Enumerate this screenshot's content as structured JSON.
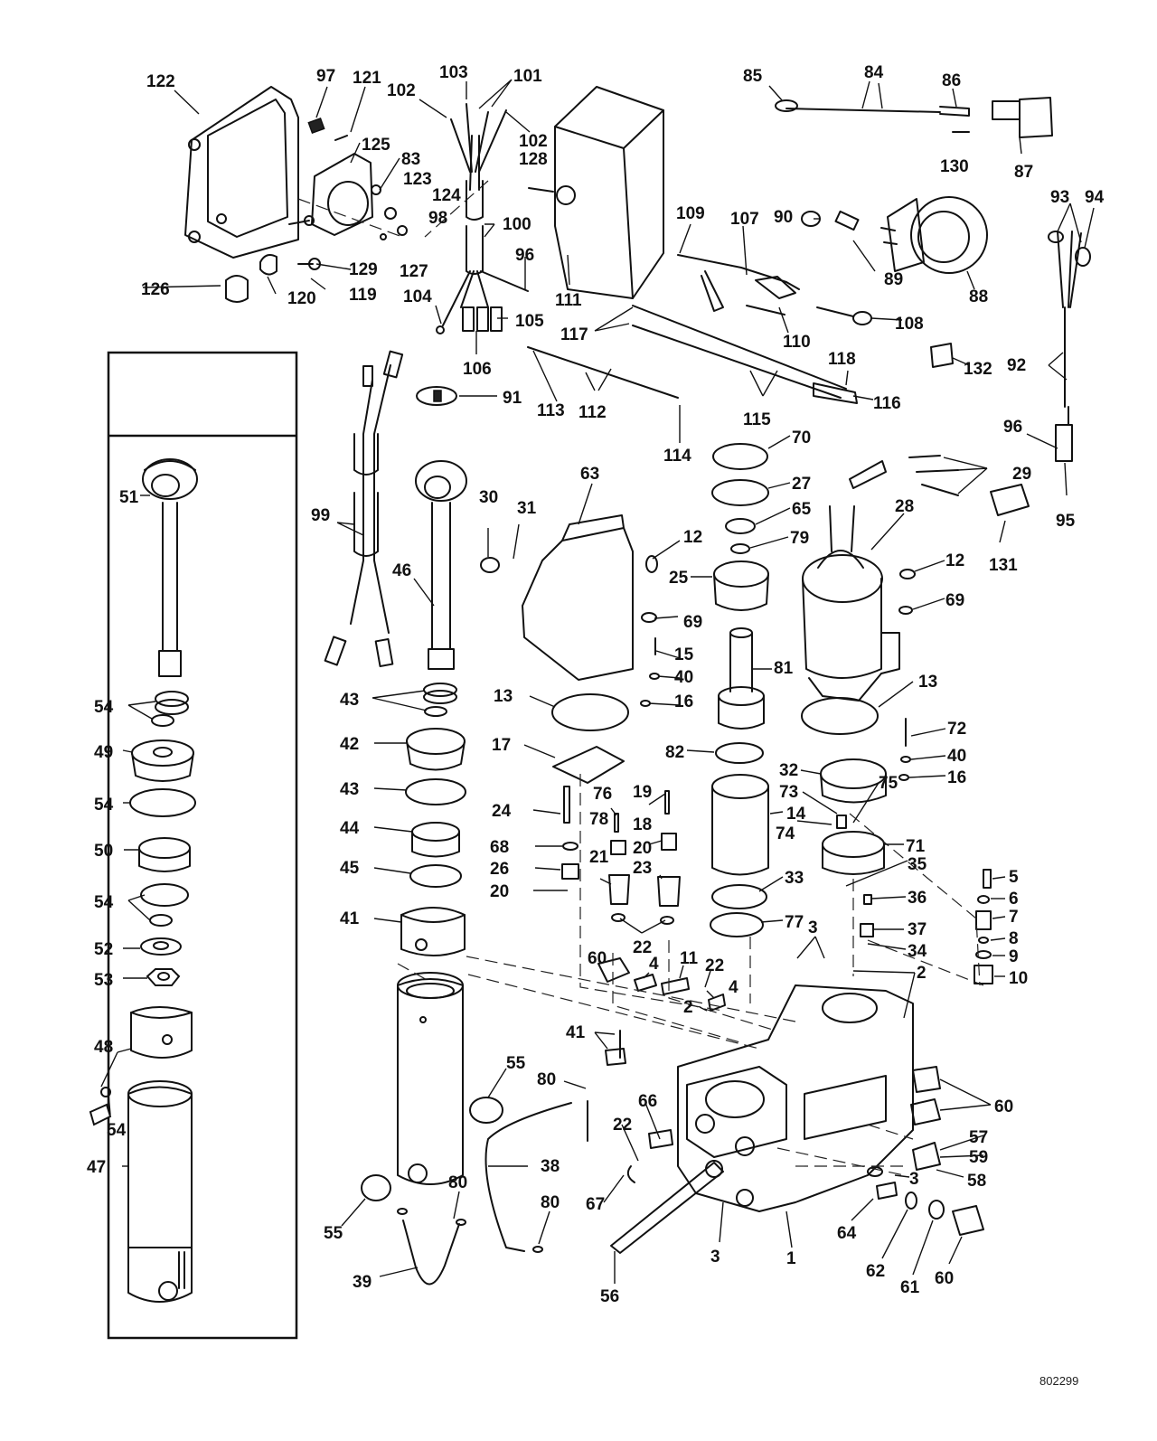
{
  "figure_code": "802299",
  "callouts": [
    {
      "id": "c122",
      "text": "122"
    },
    {
      "id": "c97",
      "text": "97"
    },
    {
      "id": "c121",
      "text": "121"
    },
    {
      "id": "c125",
      "text": "125"
    },
    {
      "id": "c83",
      "text": "83"
    },
    {
      "id": "c123",
      "text": "123"
    },
    {
      "id": "c124",
      "text": "124"
    },
    {
      "id": "c98",
      "text": "98"
    },
    {
      "id": "c129",
      "text": "129"
    },
    {
      "id": "c127",
      "text": "127"
    },
    {
      "id": "c119",
      "text": "119"
    },
    {
      "id": "c120",
      "text": "120"
    },
    {
      "id": "c126",
      "text": "126"
    },
    {
      "id": "c103",
      "text": "103"
    },
    {
      "id": "c101",
      "text": "101"
    },
    {
      "id": "c102a",
      "text": "102"
    },
    {
      "id": "c102b",
      "text": "102"
    },
    {
      "id": "c128",
      "text": "128"
    },
    {
      "id": "c100",
      "text": "100"
    },
    {
      "id": "c96a",
      "text": "96"
    },
    {
      "id": "c104",
      "text": "104"
    },
    {
      "id": "c105",
      "text": "105"
    },
    {
      "id": "c106",
      "text": "106"
    },
    {
      "id": "c111",
      "text": "111"
    },
    {
      "id": "c85",
      "text": "85"
    },
    {
      "id": "c84",
      "text": "84"
    },
    {
      "id": "c86",
      "text": "86"
    },
    {
      "id": "c130",
      "text": "130"
    },
    {
      "id": "c87",
      "text": "87"
    },
    {
      "id": "c109",
      "text": "109"
    },
    {
      "id": "c107",
      "text": "107"
    },
    {
      "id": "c90",
      "text": "90"
    },
    {
      "id": "c89",
      "text": "89"
    },
    {
      "id": "c88",
      "text": "88"
    },
    {
      "id": "c110",
      "text": "110"
    },
    {
      "id": "c108",
      "text": "108"
    },
    {
      "id": "c93",
      "text": "93"
    },
    {
      "id": "c94",
      "text": "94"
    },
    {
      "id": "c92",
      "text": "92"
    },
    {
      "id": "c132",
      "text": "132"
    },
    {
      "id": "c96b",
      "text": "96"
    },
    {
      "id": "c95",
      "text": "95"
    },
    {
      "id": "c117",
      "text": "117"
    },
    {
      "id": "c118",
      "text": "118"
    },
    {
      "id": "c116",
      "text": "116"
    },
    {
      "id": "c115",
      "text": "115"
    },
    {
      "id": "c113",
      "text": "113"
    },
    {
      "id": "c112",
      "text": "112"
    },
    {
      "id": "c114",
      "text": "114"
    },
    {
      "id": "c91",
      "text": "91"
    },
    {
      "id": "c99",
      "text": "99"
    },
    {
      "id": "c51",
      "text": "51"
    },
    {
      "id": "c54a",
      "text": "54"
    },
    {
      "id": "c49",
      "text": "49"
    },
    {
      "id": "c54b",
      "text": "54"
    },
    {
      "id": "c50",
      "text": "50"
    },
    {
      "id": "c54c",
      "text": "54"
    },
    {
      "id": "c52",
      "text": "52"
    },
    {
      "id": "c53",
      "text": "53"
    },
    {
      "id": "c48",
      "text": "48"
    },
    {
      "id": "c54d",
      "text": "54"
    },
    {
      "id": "c47",
      "text": "47"
    },
    {
      "id": "c46",
      "text": "46"
    },
    {
      "id": "c43a",
      "text": "43"
    },
    {
      "id": "c42",
      "text": "42"
    },
    {
      "id": "c43b",
      "text": "43"
    },
    {
      "id": "c44",
      "text": "44"
    },
    {
      "id": "c45",
      "text": "45"
    },
    {
      "id": "c41a",
      "text": "41"
    },
    {
      "id": "c30",
      "text": "30"
    },
    {
      "id": "c31",
      "text": "31"
    },
    {
      "id": "c63",
      "text": "63"
    },
    {
      "id": "c12a",
      "text": "12"
    },
    {
      "id": "c69a",
      "text": "69"
    },
    {
      "id": "c15",
      "text": "15"
    },
    {
      "id": "c40a",
      "text": "40"
    },
    {
      "id": "c16a",
      "text": "16"
    },
    {
      "id": "c13a",
      "text": "13"
    },
    {
      "id": "c17",
      "text": "17"
    },
    {
      "id": "c24",
      "text": "24"
    },
    {
      "id": "c68",
      "text": "68"
    },
    {
      "id": "c26",
      "text": "26"
    },
    {
      "id": "c20a",
      "text": "20"
    },
    {
      "id": "c76",
      "text": "76"
    },
    {
      "id": "c78",
      "text": "78"
    },
    {
      "id": "c21",
      "text": "21"
    },
    {
      "id": "c19",
      "text": "19"
    },
    {
      "id": "c18",
      "text": "18"
    },
    {
      "id": "c20b",
      "text": "20"
    },
    {
      "id": "c23",
      "text": "23"
    },
    {
      "id": "c22a",
      "text": "22"
    },
    {
      "id": "c60a",
      "text": "60"
    },
    {
      "id": "c4a",
      "text": "4"
    },
    {
      "id": "c11",
      "text": "11"
    },
    {
      "id": "c22b",
      "text": "22"
    },
    {
      "id": "c4b",
      "text": "4"
    },
    {
      "id": "c2a",
      "text": "2"
    },
    {
      "id": "c70",
      "text": "70"
    },
    {
      "id": "c27",
      "text": "27"
    },
    {
      "id": "c65",
      "text": "65"
    },
    {
      "id": "c79",
      "text": "79"
    },
    {
      "id": "c25",
      "text": "25"
    },
    {
      "id": "c81",
      "text": "81"
    },
    {
      "id": "c82",
      "text": "82"
    },
    {
      "id": "c14",
      "text": "14"
    },
    {
      "id": "c33",
      "text": "33"
    },
    {
      "id": "c77",
      "text": "77"
    },
    {
      "id": "c28",
      "text": "28"
    },
    {
      "id": "c29",
      "text": "29"
    },
    {
      "id": "c131",
      "text": "131"
    },
    {
      "id": "c12b",
      "text": "12"
    },
    {
      "id": "c69b",
      "text": "69"
    },
    {
      "id": "c13b",
      "text": "13"
    },
    {
      "id": "c72",
      "text": "72"
    },
    {
      "id": "c40b",
      "text": "40"
    },
    {
      "id": "c32",
      "text": "32"
    },
    {
      "id": "c16b",
      "text": "16"
    },
    {
      "id": "c73",
      "text": "73"
    },
    {
      "id": "c75",
      "text": "75"
    },
    {
      "id": "c74",
      "text": "74"
    },
    {
      "id": "c71",
      "text": "71"
    },
    {
      "id": "c35",
      "text": "35"
    },
    {
      "id": "c36",
      "text": "36"
    },
    {
      "id": "c37",
      "text": "37"
    },
    {
      "id": "c34",
      "text": "34"
    },
    {
      "id": "c5",
      "text": "5"
    },
    {
      "id": "c6",
      "text": "6"
    },
    {
      "id": "c7",
      "text": "7"
    },
    {
      "id": "c8",
      "text": "8"
    },
    {
      "id": "c9",
      "text": "9"
    },
    {
      "id": "c10",
      "text": "10"
    },
    {
      "id": "c3a",
      "text": "3"
    },
    {
      "id": "c2b",
      "text": "2"
    },
    {
      "id": "c41b",
      "text": "41"
    },
    {
      "id": "c55a",
      "text": "55"
    },
    {
      "id": "c80a",
      "text": "80"
    },
    {
      "id": "c66",
      "text": "66"
    },
    {
      "id": "c22c",
      "text": "22"
    },
    {
      "id": "c60b",
      "text": "60"
    },
    {
      "id": "c57",
      "text": "57"
    },
    {
      "id": "c59",
      "text": "59"
    },
    {
      "id": "c58",
      "text": "58"
    },
    {
      "id": "c38",
      "text": "38"
    },
    {
      "id": "c3b",
      "text": "3"
    },
    {
      "id": "c67",
      "text": "67"
    },
    {
      "id": "c55b",
      "text": "55"
    },
    {
      "id": "c80b",
      "text": "80"
    },
    {
      "id": "c80c",
      "text": "80"
    },
    {
      "id": "c39",
      "text": "39"
    },
    {
      "id": "c56",
      "text": "56"
    },
    {
      "id": "c3c",
      "text": "3"
    },
    {
      "id": "c1",
      "text": "1"
    },
    {
      "id": "c64",
      "text": "64"
    },
    {
      "id": "c62",
      "text": "62"
    },
    {
      "id": "c61",
      "text": "61"
    },
    {
      "id": "c60c",
      "text": "60"
    }
  ]
}
